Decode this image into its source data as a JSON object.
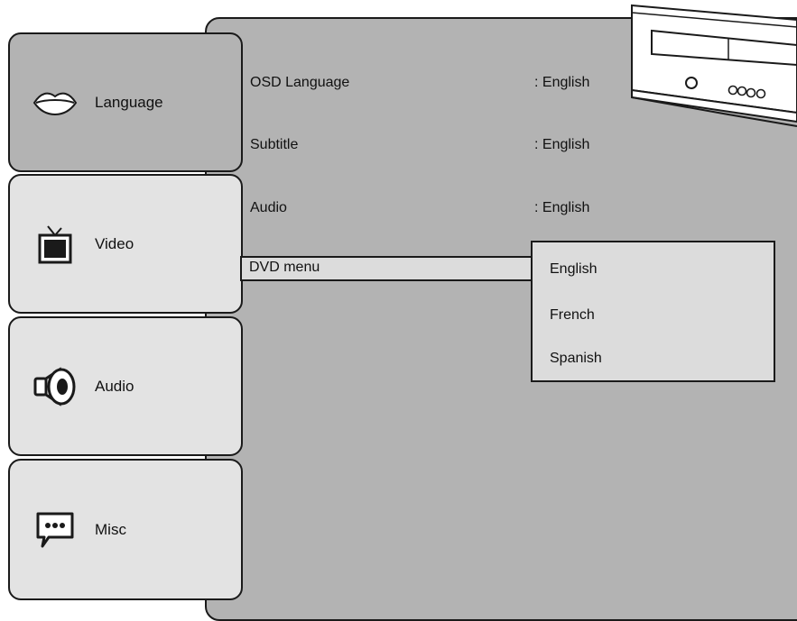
{
  "tabs": [
    {
      "label": "Language",
      "icon": "lips-icon",
      "active": true
    },
    {
      "label": "Video",
      "icon": "tv-icon",
      "active": false
    },
    {
      "label": "Audio",
      "icon": "speaker-icon",
      "active": false
    },
    {
      "label": "Misc",
      "icon": "speech-bubble-icon",
      "active": false
    }
  ],
  "settings": [
    {
      "label": "OSD Language",
      "value": ": English"
    },
    {
      "label": "Subtitle",
      "value": ": English"
    },
    {
      "label": "Audio",
      "value": ": English"
    },
    {
      "label": "DVD menu",
      "value": "",
      "selected": true
    }
  ],
  "dropdown": {
    "options": [
      "English",
      "French",
      "Spanish"
    ]
  },
  "device": {
    "icon": "dvd-player-icon"
  },
  "colors": {
    "panel_bg": "#b3b3b3",
    "tab_inactive_bg": "#e3e3e3",
    "highlight_bg": "#dcdcdc",
    "border": "#1a1a1a"
  }
}
